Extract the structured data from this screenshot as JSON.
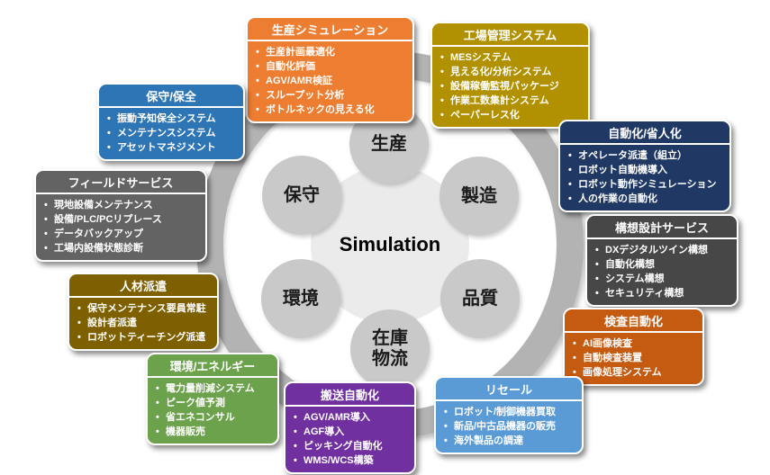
{
  "center_label": "Simulation",
  "nodes": [
    {
      "id": "production",
      "label": "生産"
    },
    {
      "id": "manufacturing",
      "label": "製造"
    },
    {
      "id": "quality",
      "label": "品質"
    },
    {
      "id": "inventory-logistics",
      "label": "在庫",
      "label2": "物流"
    },
    {
      "id": "environment",
      "label": "環境"
    },
    {
      "id": "maintenance",
      "label": "保守"
    }
  ],
  "colors": {
    "ring": "#b3b3b3",
    "node_circle": "#c9c9c9",
    "center_circle": "#ebebeb",
    "box_text": "#ffffff"
  },
  "boxes": [
    {
      "id": "production-simulation",
      "title": "生産シミュレーション",
      "color": "#ED7D31",
      "items": [
        "生産計画最適化",
        "自動化評価",
        "AGV/AMR検証",
        "スループット分析",
        "ボトルネックの見える化"
      ]
    },
    {
      "id": "factory-management-system",
      "title": "工場管理システム",
      "color": "#B29100",
      "items": [
        "MESシステム",
        "見える化/分析システム",
        "設備稼働監視パッケージ",
        "作業工数集計システム",
        "ペーパーレス化"
      ]
    },
    {
      "id": "maintenance-preservation",
      "title": "保守/保全",
      "color": "#2E75B6",
      "items": [
        "振動予知保全システム",
        "メンテナンスシステム",
        "アセットマネジメント"
      ]
    },
    {
      "id": "automation-laborsaving",
      "title": "自動化/省人化",
      "color": "#1F3864",
      "items": [
        "オペレータ派遣（組立）",
        "ロボット自動機導入",
        "ロボット動作シミュレーション",
        "人の作業の自動化"
      ]
    },
    {
      "id": "field-service",
      "title": "フィールドサービス",
      "color": "#636363",
      "items": [
        "現地設備メンテナンス",
        "設備/PLC/PCリプレース",
        "データバックアップ",
        "工場内設備状態診断"
      ]
    },
    {
      "id": "concept-design-service",
      "title": "構想設計サービス",
      "color": "#474747",
      "items": [
        "DXデジタルツイン構想",
        "自動化構想",
        "システム構想",
        "セキュリティ構想"
      ]
    },
    {
      "id": "staffing",
      "title": "人材派遣",
      "color": "#7F6000",
      "items": [
        "保守メンテナンス要員常駐",
        "設計者派遣",
        "ロボットティーチング派遣"
      ]
    },
    {
      "id": "inspection-automation",
      "title": "検査自動化",
      "color": "#C55A11",
      "items": [
        "AI画像検査",
        "自動検査装置",
        "画像処理システム"
      ]
    },
    {
      "id": "environment-energy",
      "title": "環境/エネルギー",
      "color": "#6DA24C",
      "items": [
        "電力量削減システム",
        "ピーク値予測",
        "省エネコンサル",
        "機器販売"
      ]
    },
    {
      "id": "transport-automation",
      "title": "搬送自動化",
      "color": "#7030A0",
      "items": [
        "AGV/AMR導入",
        "AGF導入",
        "ピッキング自動化",
        "WMS/WCS構築"
      ]
    },
    {
      "id": "resale",
      "title": "リセール",
      "color": "#5B9BD5",
      "items": [
        "ロボット/制御機器買取",
        "新品/中古品機器の販売",
        "海外製品の調達"
      ]
    }
  ]
}
